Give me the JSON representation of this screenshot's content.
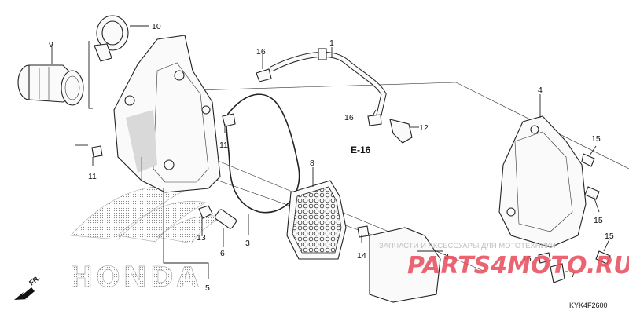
{
  "diagram": {
    "callouts": [
      "1",
      "2",
      "3",
      "4",
      "5",
      "6",
      "7",
      "8",
      "9",
      "10",
      "11",
      "11",
      "12",
      "13",
      "14",
      "15",
      "15",
      "15",
      "16",
      "16",
      "16"
    ],
    "reference_label": "E-16",
    "drawing_code": "KYK4F2600",
    "direction_label": "FR.",
    "brand_mark": "HONDA"
  },
  "watermark": {
    "text": "ЗАПЧАСТИ И АКСЕССУАРЫ ДЛЯ МОТОТЕХНИКИ",
    "logo": "PARTS4MOTO.RU"
  },
  "colors": {
    "line": "#222222",
    "watermark_logo": "#e84a5a",
    "watermark_text": "#c0c0c0"
  }
}
